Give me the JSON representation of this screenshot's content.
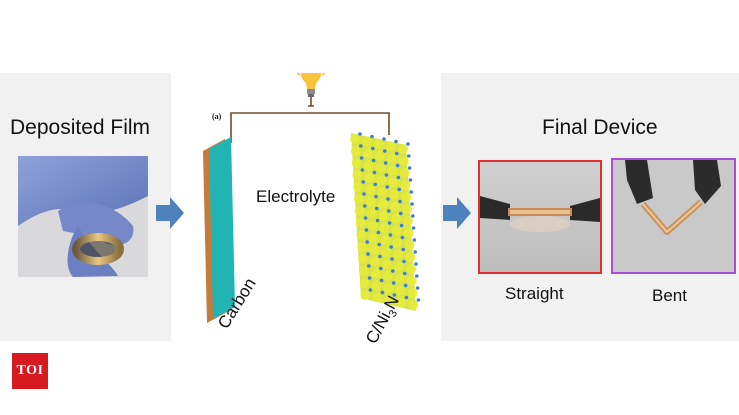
{
  "left": {
    "title": "Deposited Film"
  },
  "middle": {
    "panel_tag": "(a)",
    "electrolyte": "Electrolyte",
    "carbon": "Carbon",
    "cathode": "C/Ni",
    "cathode_sub": "3",
    "cathode_tail": "N"
  },
  "right": {
    "title": "Final Device",
    "straight_caption": "Straight",
    "bent_caption": "Bent"
  },
  "logo": {
    "text": "TOI"
  },
  "colors": {
    "arrow": "#4f81bd",
    "straight_border": "#e0312e",
    "bent_border": "#a64fd6"
  },
  "icons": [
    "light-bulb-icon",
    "arrow-right-icon"
  ]
}
